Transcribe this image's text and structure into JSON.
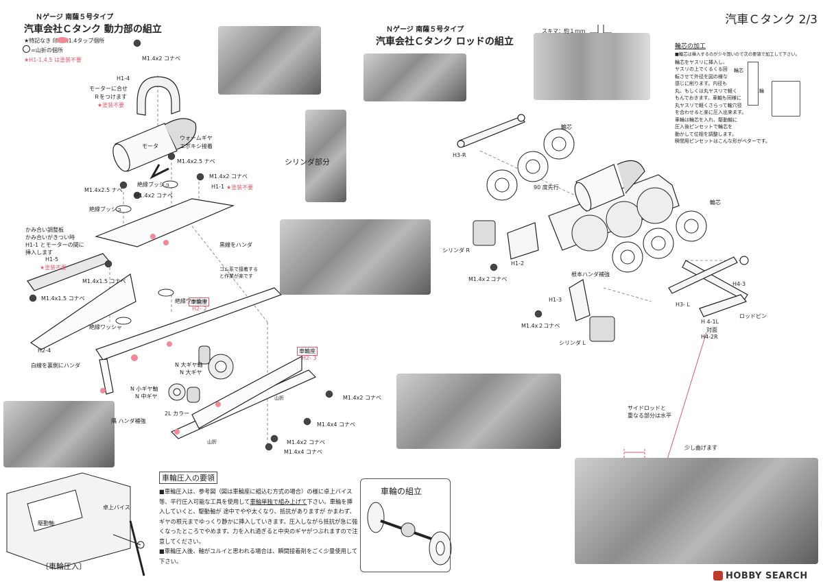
{
  "header": {
    "page_title": "汽車Ｃタンク 2/3"
  },
  "left_section": {
    "subtitle": "Ｎゲージ 南薩５号タイプ",
    "title": "汽車会社Ｃタンク 動力部の組立",
    "legend_tap": "★特記なき    印はM1.4タップ個所",
    "legend_fold": "=山折の個所",
    "legend_paint": "★H1-1,4,5 は塗装不要",
    "labels": {
      "h1_4": "H1-4",
      "motor_fit": "モーターに合せ",
      "r_attach": "Ｒをつけます",
      "no_paint_1": "★塗装不要",
      "m14x2_top": "M1.4x2 コナベ",
      "worm_gear": "ウォームギヤ",
      "epoxy": "エポキシ接着",
      "motor": "モータ",
      "m14x25_a": "M1.4x2.5 ナベ",
      "insul_bush_1": "絶縁ブッシュ",
      "m14x2_b": "M1.4x2 コナベ",
      "h1_1": "H1-1",
      "no_paint_2": "★塗装不要",
      "m14x25_b": "M1.4x2.5 ナベ",
      "m14x2_c": "M1.4x2 コナベ",
      "insul_bush_2": "絶縁ブッシュ",
      "mesh_1": "かみ合い調整板",
      "mesh_2": "かみ合いがきつい時",
      "mesh_3": "H1-1 とモーターの間に",
      "mesh_4": "挿入します",
      "h1_5": "H1-5",
      "no_paint_3": "★塗装不要",
      "black_wire": "黒線をハンダ",
      "rubber_1": "ゴム系で接着する",
      "rubber_2": "と作業が楽です",
      "m14x15_a": "M1.4x1.5 コナベ",
      "m14x15_b": "M1.4x1.5 コナベ",
      "insul_washer_1": "絶縁ワッシャ",
      "wheel_seat_1": "車輪座",
      "h2_2": "H2- 2",
      "insul_washer_2": "絶縁ワッシャ",
      "h2_4": "H2-4",
      "white_wire": "白線を裏側にハンダ",
      "n_big_shaft": "N 大ギヤ軸",
      "n_big_gear": "N 大ギヤ",
      "n_small_shaft": "N 小ギヤ軸",
      "n_mid_gear": "N 中ギヤ",
      "wheel_seat_2": "車輪座",
      "h2_3": "H2- 3",
      "yamaori_1": "山折",
      "m14x2_d": "M1.4x2 コナベ",
      "m14x4_a": "M1.4x4 コナベ",
      "corner_solder": "隅 ハンダ補強",
      "collar": "2L カラー",
      "yamaori_2": "山折",
      "m14x2_e": "M1.4x2 コナベ",
      "m14x4_b": "M1.4x4 コナベ"
    }
  },
  "middle": {
    "cylinder_part": "シリンダ部分"
  },
  "right_section": {
    "subtitle": "Ｎゲージ 南薩５号タイプ",
    "title": "汽車会社Ｃタンク ロッドの組立",
    "gap": "スキマ：約１mm",
    "labels": {
      "h3_r": "H3-R",
      "wheel_core_1": "輪芯",
      "deg90": "90 度先行",
      "wheel_core_2": "輪芯",
      "cylinder_r": "シリンダ R",
      "h1_2": "H1-2",
      "m14x2_r1": "M1.4x２コナベ",
      "root_solder": "根本ハンダ補強",
      "h4_3": "H4-3",
      "h1_3": "H1-3",
      "h3_l": "H3- L",
      "rod_pin": "ロッドピン",
      "m14x2_r2": "M1.4x２コナベ",
      "h4_1l": "H 4-1L",
      "taimen": "対面",
      "h4_2r": "H4-2R",
      "cylinder_l": "シリンダ L",
      "side_rod_1": "サイドロッドと",
      "side_rod_2": "重なる部分は水平",
      "bend_slightly": "少し曲げます"
    }
  },
  "wheel_core_box": {
    "title": "輪芯の加工",
    "lines": [
      "■輪芯は挿入するのが少々固いので次の要領で加工して下さい。",
      "輪芯をヤスリに挿入し、",
      "ヤスリの上でくるくる回",
      "転させて外径を図の様な",
      "感じに削ります。内径も",
      "丸、もしくは丸ヤスリで軽く",
      "もんでおきます。車軸も同様に",
      "丸ヤスリで軽くさらって軸穴径",
      "を合わせると楽に圧入出来ます。",
      "車輪は輪芯を入れ、駆動軸に",
      "圧入後ピンセットで輪芯を",
      "動かして位相を調整します。",
      "瞬間用ピンセットはこんな形がベターです。"
    ],
    "side_label_1": "輪芯",
    "side_label_2": "車輪"
  },
  "press_box": {
    "title": "車輪圧入の要領",
    "text_1": "■車輪圧入は、参考図（図は車輪座に組込む方式の場合）の様に卓上バイス等、平行圧入可能な工具を使用して",
    "text_1_u": "車輪単独で組み上げて",
    "text_1_end": "下さい。車輪を挿入していくと、駆動軸が 途中でやや太くなり、抵抗がありますが かまわず、ギヤの根元までゆっくり静かに挿入していきます。圧入しながら抵抗が急に強くなったところでやめます。力を入れ過ぎると中央のギヤがつぶれますので注意してください。",
    "text_2": "■車輪圧入後、軸がユルイと思われる場合は、瞬間接着剤をごく少量使用して下さい。",
    "vise_label": "卓上バイス",
    "shaft_label": "駆動軸",
    "caption": "〔車輪圧入〕"
  },
  "wheel_assembly": {
    "title": "車輪の組立"
  },
  "footer": {
    "logo": "HOBBY SEARCH"
  }
}
